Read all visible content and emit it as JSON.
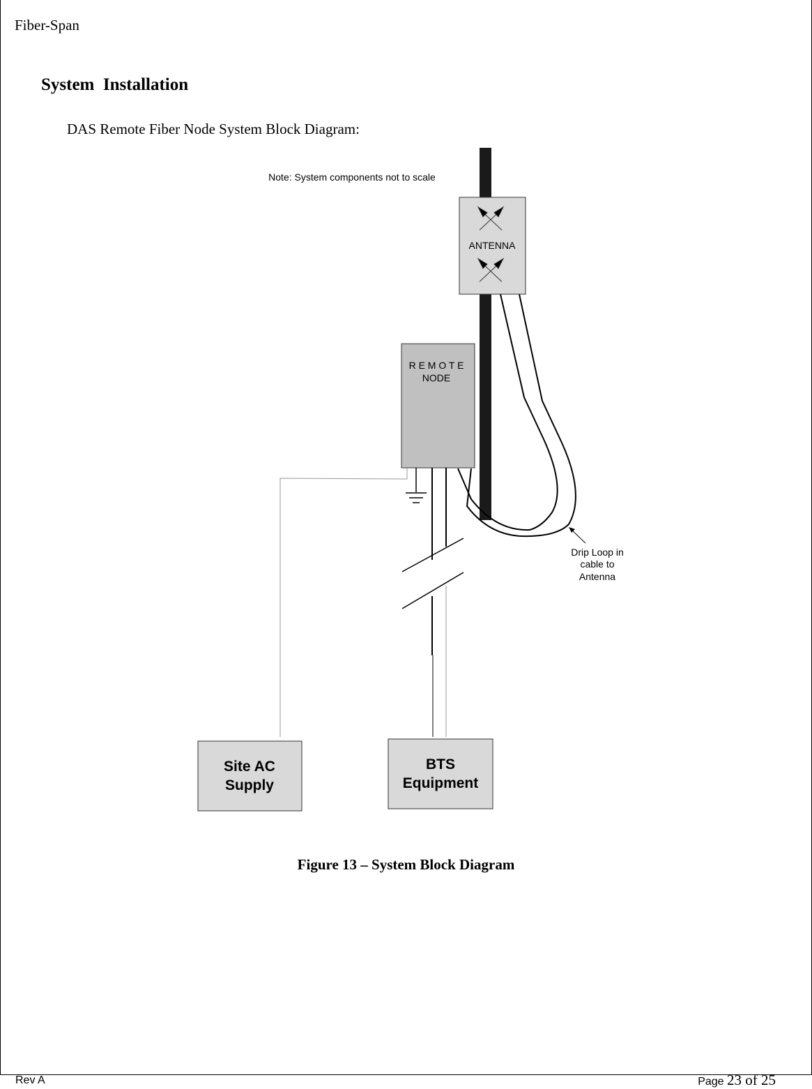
{
  "header": {
    "company": "Fiber-Span"
  },
  "section": {
    "title": "System  Installation",
    "intro": "DAS Remote Fiber Node System Block Diagram:"
  },
  "diagram": {
    "note": "Note: System components not to scale",
    "antenna_label": "ANTENNA",
    "remote_label_line1": "R E M O T E",
    "remote_label_line2": "NODE",
    "drip_loop_line1": "Drip Loop in",
    "drip_loop_line2": "cable to",
    "drip_loop_line3": "Antenna",
    "site_ac_line1": "Site AC",
    "site_ac_line2": "Supply",
    "bts_line1": "BTS",
    "bts_line2": "Equipment"
  },
  "figure": {
    "caption": "Figure 13 – System Block Diagram"
  },
  "footer": {
    "rev": "Rev A",
    "page_prefix": "Page ",
    "page_number": "23 of 25"
  },
  "colors": {
    "box_fill": "#d9d9d9",
    "node_fill": "#c0c0c0",
    "pole": "#1a1a1a",
    "thin_line": "#999999"
  }
}
